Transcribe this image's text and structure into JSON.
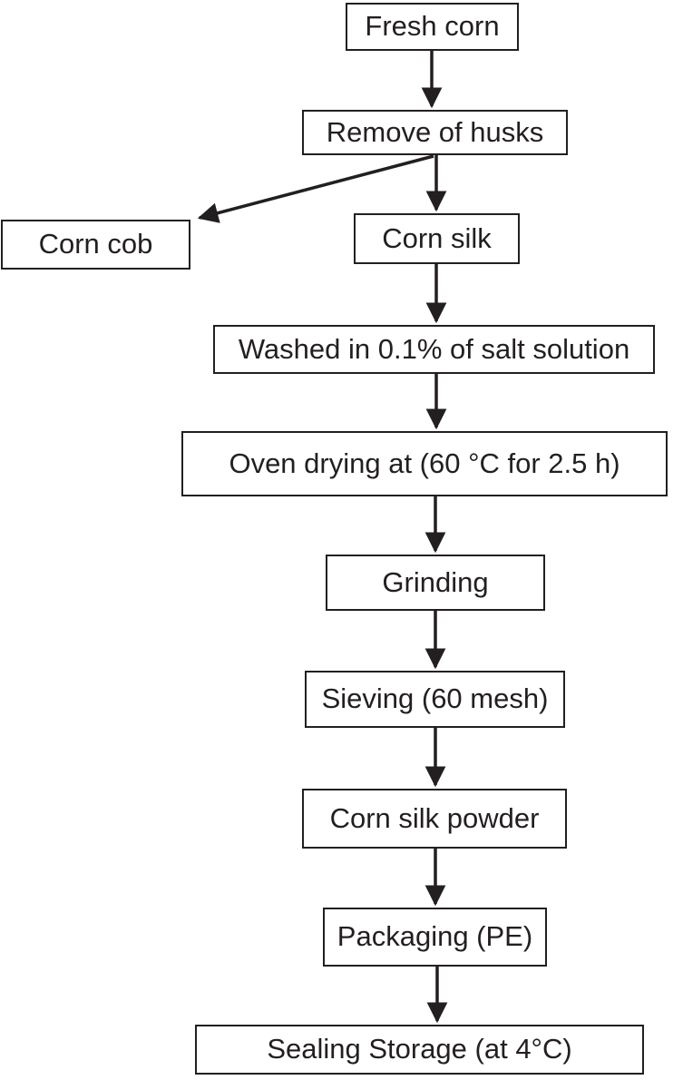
{
  "figure": {
    "type": "flowchart",
    "description": "Corn silk powder production process flow diagram",
    "colors": {
      "background": "#ffffff",
      "line": "#231f20",
      "text": "#231f20",
      "node_fill": "#ffffff"
    },
    "nodes": [
      {
        "id": "fresh-corn",
        "label": "Fresh corn"
      },
      {
        "id": "remove-husks",
        "label": "Remove of husks"
      },
      {
        "id": "corn-cob",
        "label": "Corn cob"
      },
      {
        "id": "corn-silk",
        "label": "Corn silk"
      },
      {
        "id": "washed",
        "label": "Washed in 0.1% of salt solution"
      },
      {
        "id": "oven-drying",
        "label": "Oven drying at (60 °C for 2.5 h)"
      },
      {
        "id": "grinding",
        "label": "Grinding"
      },
      {
        "id": "sieving",
        "label": "Sieving (60 mesh)"
      },
      {
        "id": "corn-silk-powder",
        "label": "Corn silk powder"
      },
      {
        "id": "packaging",
        "label": "Packaging (PE)"
      },
      {
        "id": "sealing-storage",
        "label": "Sealing Storage (at 4°C)"
      }
    ],
    "edges": [
      {
        "from": "fresh-corn",
        "to": "remove-husks"
      },
      {
        "from": "remove-husks",
        "to": "corn-cob"
      },
      {
        "from": "remove-husks",
        "to": "corn-silk"
      },
      {
        "from": "corn-silk",
        "to": "washed"
      },
      {
        "from": "washed",
        "to": "oven-drying"
      },
      {
        "from": "oven-drying",
        "to": "grinding"
      },
      {
        "from": "grinding",
        "to": "sieving"
      },
      {
        "from": "sieving",
        "to": "corn-silk-powder"
      },
      {
        "from": "corn-silk-powder",
        "to": "packaging"
      },
      {
        "from": "packaging",
        "to": "sealing-storage"
      }
    ]
  }
}
